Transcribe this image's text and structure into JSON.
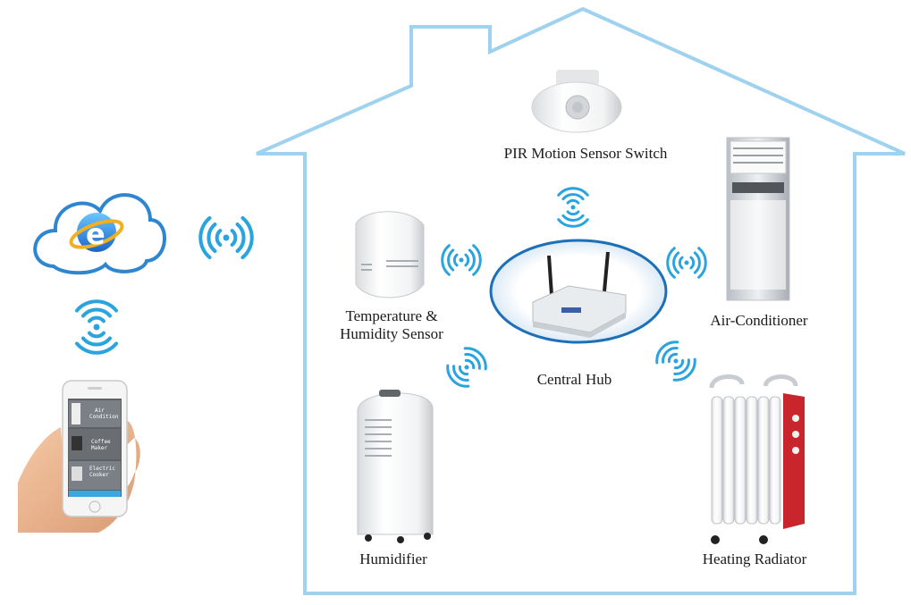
{
  "labels": {
    "pir": "PIR Motion Sensor Switch",
    "temp_line1": "Temperature &",
    "temp_line2": "Humidity Sensor",
    "aircon": "Air-Conditioner",
    "hub": "Central Hub",
    "humidifier": "Humidifier",
    "radiator": "Heating Radiator"
  },
  "phone": {
    "items": [
      "Air\nCondition",
      "Coffee\nMaker",
      "Electric\nCooker"
    ]
  },
  "colors": {
    "wifi": "#2aa4df",
    "house_outline": "#9fd2ee",
    "cloud": "#2e86d1",
    "hub_ring": "#1d6fb8"
  }
}
